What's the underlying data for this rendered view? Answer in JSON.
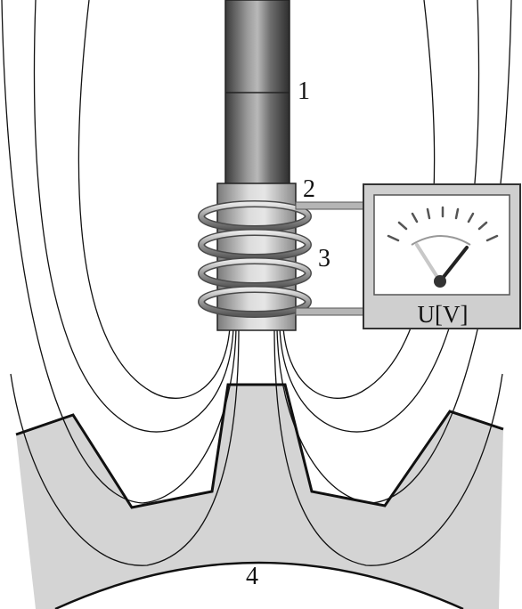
{
  "labels": {
    "rod": "1",
    "core": "2",
    "coil": "3",
    "gear": "4"
  },
  "meter": {
    "caption": "U[V]"
  },
  "colors": {
    "line": "#111111",
    "gear_fill": "#d4d4d4",
    "rod_dark": "#3f3f3f",
    "rod_light": "#a6a6a6",
    "meter_body": "#cfcfcf",
    "coil": "#9a9a9a"
  },
  "icons": {
    "needle": "pointer-needle-icon"
  }
}
